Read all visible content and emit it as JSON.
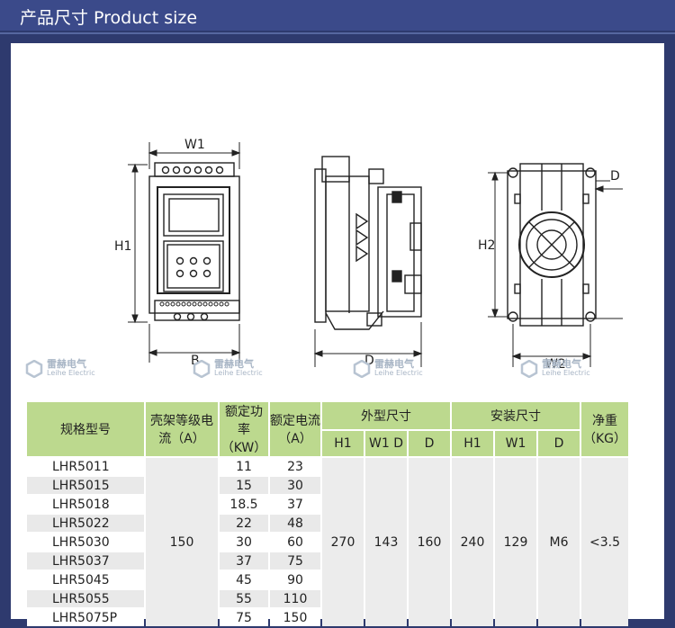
{
  "header": {
    "title": "产品尺寸  Product size"
  },
  "drawing_labels": {
    "w1": "W1",
    "h1": "H1",
    "b": "B",
    "d_side": "D",
    "h2": "H2",
    "d_top": "D",
    "w2": "W2"
  },
  "watermark": {
    "cn": "雷赫电气",
    "en": "Leihe Electric"
  },
  "table": {
    "headers": {
      "model": "规格型号",
      "frame": "壳架等级电流（A）",
      "power": "额定功率（KW）",
      "current": "额定电流（A）",
      "outer": "外型尺寸",
      "mount": "安装尺寸",
      "weight": "净重（KG）",
      "outer_h1": "H1",
      "outer_w1d": "W1 D",
      "outer_d": "D",
      "mount_h1": "H1",
      "mount_w1": "W1",
      "mount_d": "D"
    },
    "rows": [
      {
        "model": "LHR5011",
        "power": "11",
        "current": "23"
      },
      {
        "model": "LHR5015",
        "power": "15",
        "current": "30"
      },
      {
        "model": "LHR5018",
        "power": "18.5",
        "current": "37"
      },
      {
        "model": "LHR5022",
        "power": "22",
        "current": "48"
      },
      {
        "model": "LHR5030",
        "power": "30",
        "current": "60"
      },
      {
        "model": "LHR5037",
        "power": "37",
        "current": "75"
      },
      {
        "model": "LHR5045",
        "power": "45",
        "current": "90"
      },
      {
        "model": "LHR5055",
        "power": "55",
        "current": "110"
      },
      {
        "model": "LHR5075P",
        "power": "75",
        "current": "150"
      }
    ],
    "merged": {
      "frame": "150",
      "outer_h1": "270",
      "outer_w1d": "143",
      "outer_d": "160",
      "mount_h1": "240",
      "mount_w1": "129",
      "mount_d": "M6",
      "weight": "<3.5"
    }
  }
}
